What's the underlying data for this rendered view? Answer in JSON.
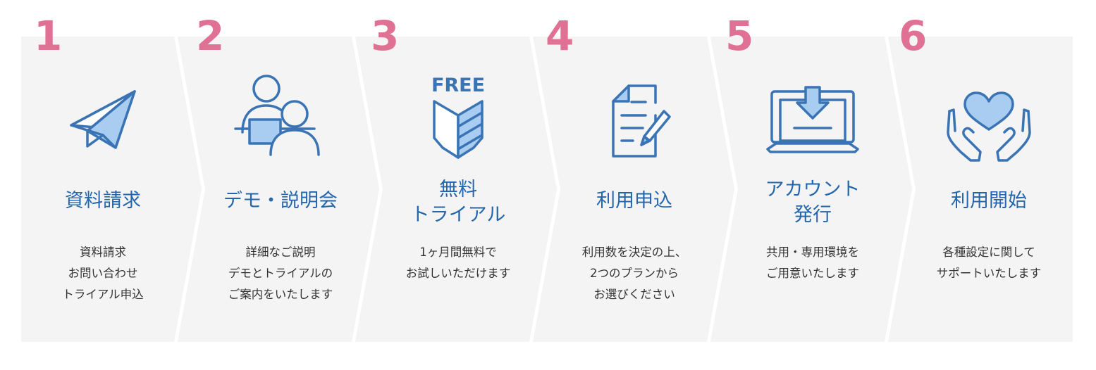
{
  "colors": {
    "panel": "#f4f4f4",
    "number": "#e07195",
    "title": "#2366ad",
    "icon_stroke": "#3a74b5",
    "icon_fill": "#a9cdf0",
    "text": "#333333"
  },
  "steps": [
    {
      "number": "1",
      "icon": "paper-plane-icon",
      "title": [
        "資料請求"
      ],
      "description": [
        "資料請求",
        "お問い合わせ",
        "トライアル申込"
      ]
    },
    {
      "number": "2",
      "icon": "presentation-people-icon",
      "title": [
        "デモ・説明会"
      ],
      "description": [
        "詳細なご説明",
        "デモとトライアルの",
        "ご案内をいたします"
      ]
    },
    {
      "number": "3",
      "icon": "free-trial-badge-icon",
      "badge_text": "FREE",
      "title": [
        "無料",
        "トライアル"
      ],
      "description": [
        "1ヶ月間無料で",
        "お試しいただけます"
      ]
    },
    {
      "number": "4",
      "icon": "application-form-icon",
      "title": [
        "利用申込"
      ],
      "description": [
        "利用数を決定の上、",
        "2つのプランから",
        "お選びください"
      ]
    },
    {
      "number": "5",
      "icon": "download-laptop-icon",
      "title": [
        "アカウント",
        "発行"
      ],
      "description": [
        "共用・専用環境を",
        "ご用意いたします"
      ]
    },
    {
      "number": "6",
      "icon": "heart-hands-icon",
      "title": [
        "利用開始"
      ],
      "description": [
        "各種設定に関して",
        "サポートいたします"
      ]
    }
  ]
}
